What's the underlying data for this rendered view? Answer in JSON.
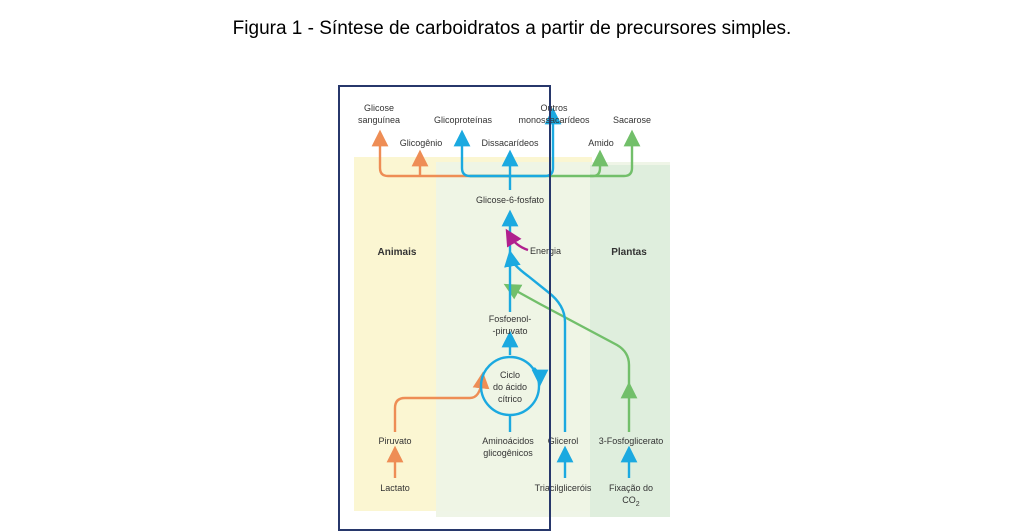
{
  "caption": "Figura 1 - Síntese de carboidratos a partir de precursores simples.",
  "regions": {
    "animals": "Animais",
    "plants": "Plantas"
  },
  "products": {
    "blood_glucose_1": "Glicose",
    "blood_glucose_2": "sanguínea",
    "glycoproteins": "Glicoproteínas",
    "other_mono_1": "Outros",
    "other_mono_2": "monossacarídeos",
    "sucrose": "Sacarose",
    "glycogen": "Glicogênio",
    "disaccharides": "Dissacarídeos",
    "starch": "Amido"
  },
  "pathway": {
    "glucose_6_phosphate": "Glicose-6-fosfato",
    "energy": "Energia",
    "pep_1": "Fosfoenol-",
    "pep_2": "-piruvato",
    "tca_1": "Ciclo",
    "tca_2": "do ácido",
    "tca_3": "cítrico"
  },
  "precursors": {
    "pyruvate": "Piruvato",
    "lactate": "Lactato",
    "amino_1": "Aminoácidos",
    "amino_2": "glicogênicos",
    "glycerol": "Glicerol",
    "triacylglycerols": "Triacilgliceróis",
    "phosphoglycerate": "3-Fosfoglicerato",
    "co2_fix_1": "Fixação do",
    "co2_fix_2": "CO",
    "co2_sub": "2"
  },
  "colors": {
    "animals_bg": "#fbf6d2",
    "center_bg": "#eef4e6",
    "plants_bg": "#dfeedd",
    "orange": "#ee8d55",
    "blue": "#1ba9e0",
    "green": "#72bf6a",
    "magenta": "#b0208e",
    "frame": "#27376b"
  }
}
